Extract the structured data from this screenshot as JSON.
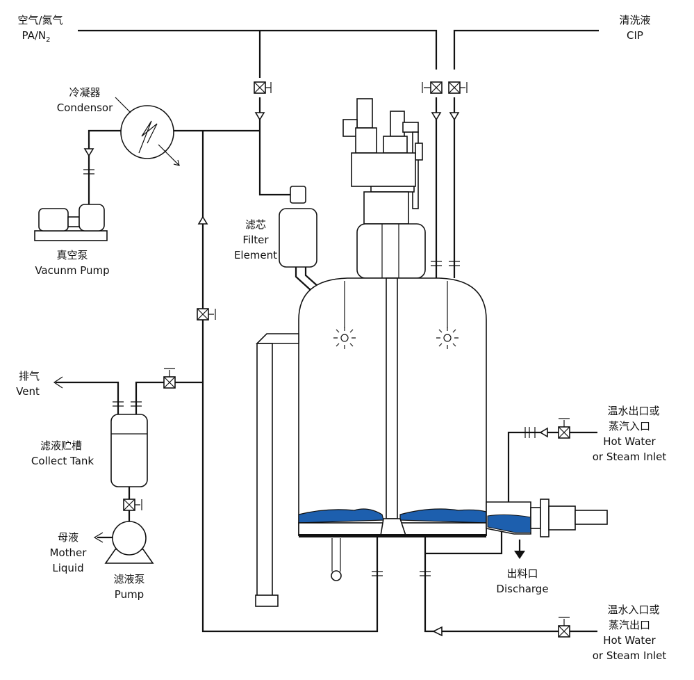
{
  "labels": {
    "air_zh": "空气/氮气",
    "air_en": "PA/N",
    "air_sub": "2",
    "cip_zh": "清洗液",
    "cip_en": "CIP",
    "condensor_zh": "冷凝器",
    "condensor_en": "Condensor",
    "vacuum_zh": "真空泵",
    "vacuum_en": "Vacunm Pump",
    "filter_zh": "滤芯",
    "filter_en1": "Filter",
    "filter_en2": "Element",
    "vent_zh": "排气",
    "vent_en": "Vent",
    "tank_zh": "滤液贮槽",
    "tank_en": "Collect Tank",
    "mother_zh": "母液",
    "mother_en1": "Mother",
    "mother_en2": "Liquid",
    "pump_zh": "滤液泵",
    "pump_en": "Pump",
    "hw_out_zh1": "温水出口或",
    "hw_out_zh2": "蒸汽入口",
    "hw_out_en1": "Hot Water",
    "hw_out_en2": "or Steam Inlet",
    "discharge_zh": "出料口",
    "discharge_en": "Discharge",
    "hw_in_zh1": "温水入口或",
    "hw_in_zh2": "蒸汽出口",
    "hw_in_en1": "Hot Water",
    "hw_in_en2": "or Steam Inlet"
  },
  "colors": {
    "line": "#111111",
    "cake_blue": "#1d5fae"
  }
}
